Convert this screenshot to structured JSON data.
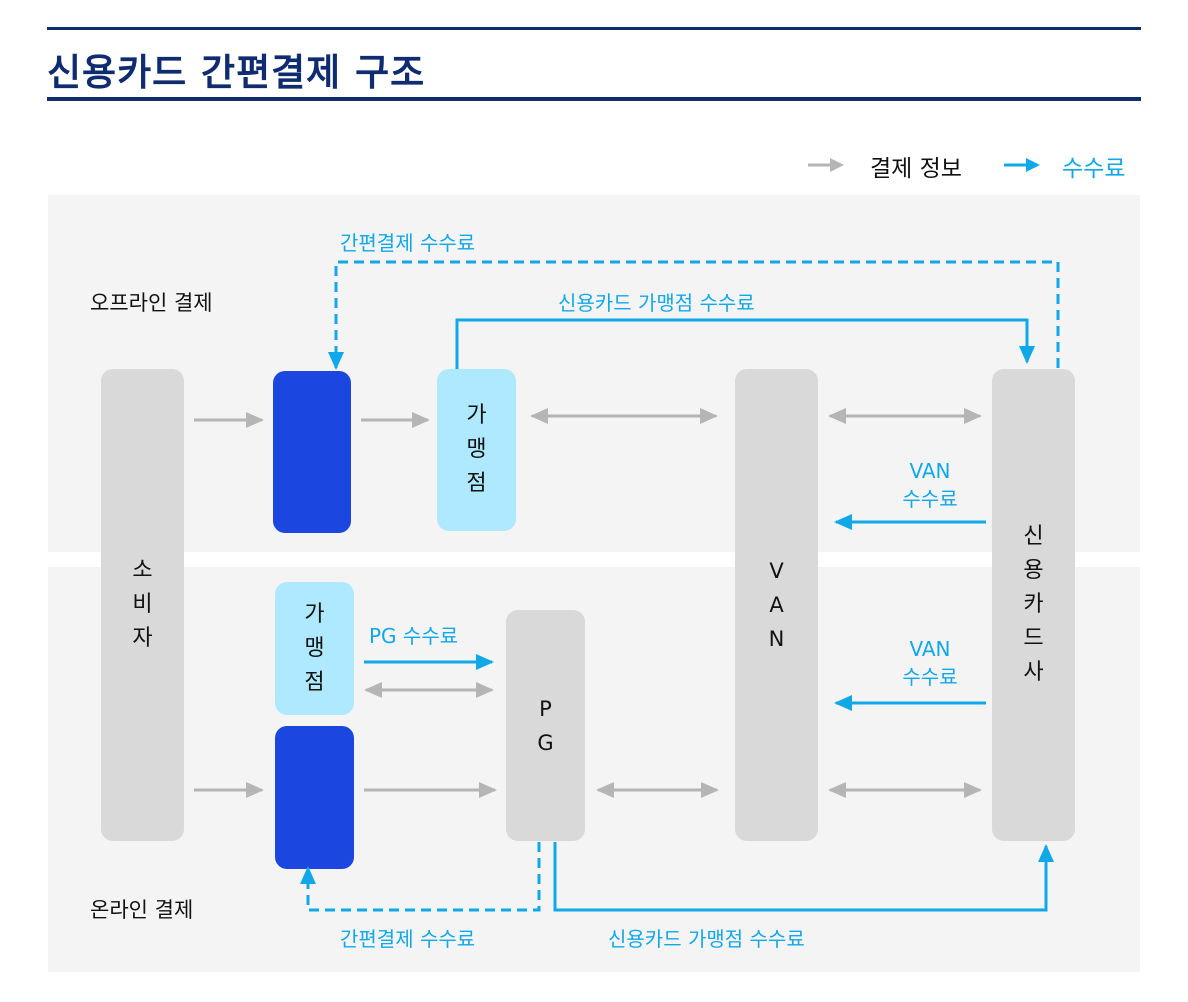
{
  "title": "신용카드 간편결제 구조",
  "legend": {
    "info_label": "결제 정보",
    "fee_label": "수수료"
  },
  "sections": {
    "offline_label": "오프라인 결제",
    "online_label": "온라인 결제"
  },
  "nodes": {
    "consumer": "소비자",
    "merchant_offline": "가맹점",
    "merchant_online": "가맹점",
    "pg": "PG",
    "van": "VAN",
    "card_company": "신용카드사"
  },
  "fees": {
    "simple_pay_fee_top": "간편결제 수수료",
    "merchant_fee_top": "신용카드 가맹점 수수료",
    "van_fee_top_line1": "VAN",
    "van_fee_top_line2": "수수료",
    "van_fee_bottom_line1": "VAN",
    "van_fee_bottom_line2": "수수료",
    "pg_fee": "PG 수수료",
    "simple_pay_fee_bottom": "간편결제 수수료",
    "merchant_fee_bottom": "신용카드 가맹점 수수료"
  },
  "colors": {
    "title": "#0e2c6f",
    "fee_arrow": "#11a8e8",
    "info_arrow": "#b5b5b5",
    "simple_pay_box": "#1b47e0",
    "merchant_box": "#aee9ff",
    "node_box": "#d9d9d9",
    "panel": "#f4f4f5"
  }
}
